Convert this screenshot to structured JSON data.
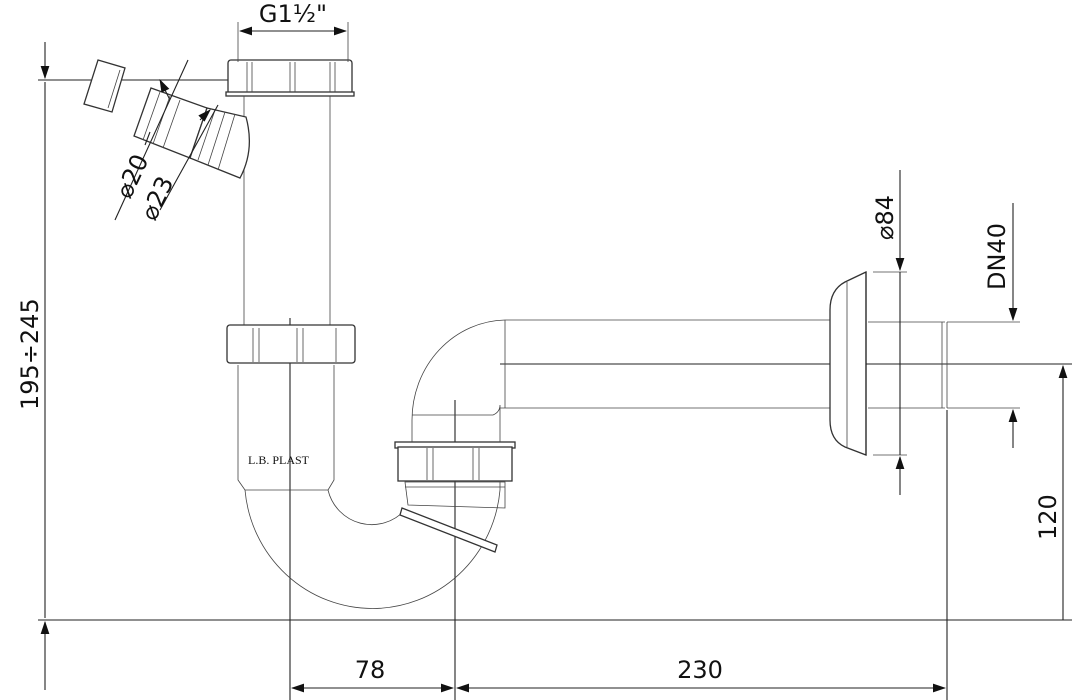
{
  "drawing": {
    "title": "Bottle trap with side inlet and wall flange",
    "brand_label": "L.B. PLAST",
    "dimensions": {
      "thread": "G1½\"",
      "inlet_small": "⌀20",
      "inlet_large": "⌀23",
      "flange_diameter": "⌀84",
      "outlet": "DN40",
      "height_range": "195÷245",
      "outlet_height": "120",
      "offset_left": "78",
      "offset_right": "230"
    },
    "line_color": "#222222",
    "background": "#ffffff"
  }
}
